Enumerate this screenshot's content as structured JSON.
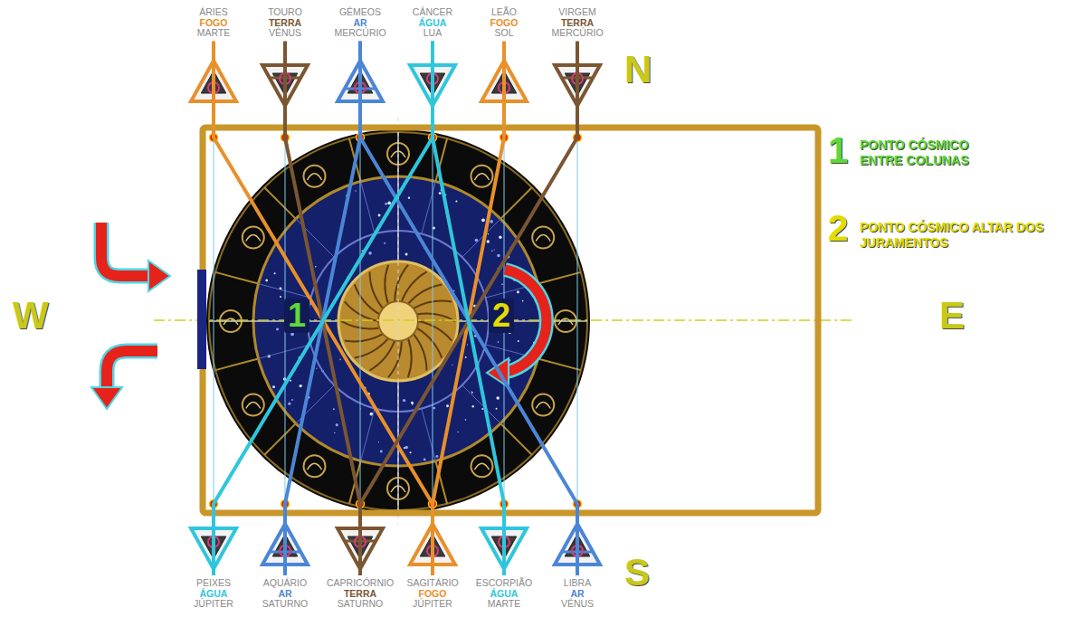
{
  "diagram": {
    "nodes": [
      {
        "text": [
          "ÁRIES",
          "FOGO",
          "MARTE"
        ]
      },
      {
        "text": [
          "TOURO",
          "TERRA",
          "VÊNUS"
        ]
      },
      {
        "text": [
          "GÊMEOS",
          "AR",
          "MERCÚRIO"
        ]
      },
      {
        "text": [
          "CÂNCER",
          "ÁGUA",
          "LUA"
        ]
      },
      {
        "text": [
          "LEÃO",
          "FOGO",
          "SOL"
        ]
      },
      {
        "text": [
          "VIRGEM",
          "TERRA",
          "MERCÚRIO"
        ]
      },
      {
        "text": [
          "PEIXES",
          "ÁGUA",
          "JÚPITER"
        ]
      },
      {
        "text": [
          "AQUÁRIO",
          "AR",
          "SATURNO"
        ]
      },
      {
        "text": [
          "CAPRICÓRNIO",
          "TERRA",
          "SATURNO"
        ]
      },
      {
        "text": [
          "SAGITÁRIO",
          "FOGO",
          "JÚPITER"
        ]
      },
      {
        "text": [
          "ESCORPIÃO",
          "ÁGUA",
          "MARTE"
        ]
      },
      {
        "text": [
          "LIBRA",
          "AR",
          "VÊNUS"
        ]
      }
    ],
    "edges": [
      {
        "from": 0,
        "to": 9,
        "arrow": "none"
      },
      {
        "from": 4,
        "to": 9,
        "arrow": "none"
      },
      {
        "from": 1,
        "to": 8,
        "arrow": "none"
      },
      {
        "from": 5,
        "to": 8,
        "arrow": "none"
      },
      {
        "from": 2,
        "to": 7,
        "arrow": "none"
      },
      {
        "from": 2,
        "to": 11,
        "arrow": "none"
      },
      {
        "from": 3,
        "to": 6,
        "arrow": "none"
      },
      {
        "from": 3,
        "to": 10,
        "arrow": "none"
      }
    ],
    "labels": [
      "N",
      "S",
      "W",
      "E",
      "1",
      "PONTO CÓSMICO ENTRE COLUNAS",
      "2",
      "PONTO CÓSMICO ALTAR DOS JURAMENTOS",
      "1",
      "2"
    ]
  }
}
